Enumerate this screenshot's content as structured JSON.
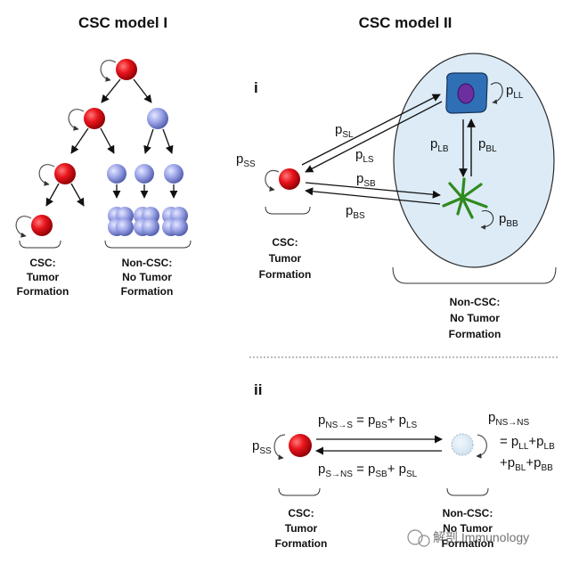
{
  "model1": {
    "title": "CSC model I",
    "csc_caption": [
      "CSC:",
      "Tumor",
      "Formation"
    ],
    "noncsc_caption": [
      "Non-CSC:",
      "No Tumor",
      "Formation"
    ]
  },
  "model2": {
    "title": "CSC model II",
    "panel_i": {
      "label": "i",
      "p_ss": {
        "main": "p",
        "sub": "SS"
      },
      "p_sl": {
        "main": "p",
        "sub": "SL"
      },
      "p_ls": {
        "main": "p",
        "sub": "LS"
      },
      "p_sb": {
        "main": "p",
        "sub": "SB"
      },
      "p_bs": {
        "main": "p",
        "sub": "BS"
      },
      "p_lb": {
        "main": "p",
        "sub": "LB"
      },
      "p_bl": {
        "main": "p",
        "sub": "BL"
      },
      "p_ll": {
        "main": "p",
        "sub": "LL"
      },
      "p_bb": {
        "main": "p",
        "sub": "BB"
      },
      "csc_caption": [
        "CSC:",
        "Tumor",
        "Formation"
      ],
      "noncsc_caption": [
        "Non-CSC:",
        "No Tumor",
        "Formation"
      ]
    },
    "panel_ii": {
      "label": "ii",
      "p_ss": {
        "main": "p",
        "sub": "SS"
      },
      "eq_ns_to_s": {
        "lhs_sub": "NS→S",
        "t1_sub": "BS",
        "t2_sub": "LS"
      },
      "eq_s_to_ns": {
        "lhs_sub": "S→NS",
        "t1_sub": "SB",
        "t2_sub": "SL"
      },
      "eq_ns_to_ns": {
        "lhs_sub": "NS→NS",
        "t1_sub": "LL",
        "t2_sub": "LB",
        "t3_sub": "BL",
        "t4_sub": "BB"
      },
      "csc_caption": [
        "CSC:",
        "Tumor",
        "Formation"
      ],
      "noncsc_caption": [
        "Non-CSC:",
        "No Tumor",
        "Formation"
      ]
    }
  },
  "watermark": "解剖 Immunology",
  "colors": {
    "csc_red": "#e8141c",
    "noncsc_blue": "#9aa3e6",
    "niche_fill": "#dcebf6",
    "ll_cell": "#2f6fb5",
    "bb_cell": "#2f8a1f"
  }
}
